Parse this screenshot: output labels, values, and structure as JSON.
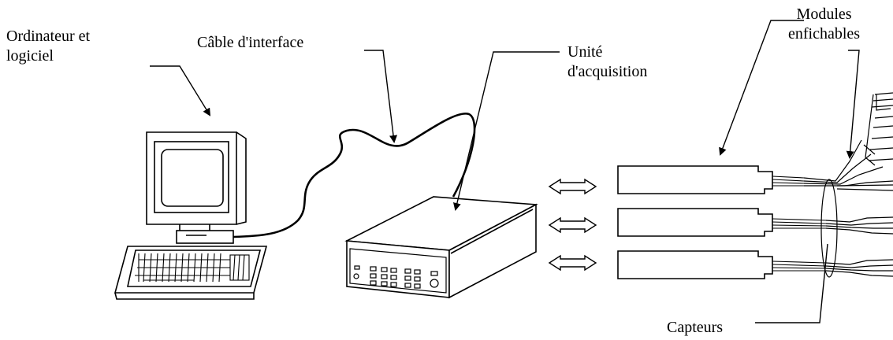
{
  "labels": {
    "computer": [
      "Ordinateur et",
      "logiciel"
    ],
    "cable": "Câble d'interface",
    "unit": [
      "Unité",
      "d'acquisition"
    ],
    "modules": [
      "Modules",
      "enfichables"
    ],
    "sensors": "Capteurs"
  },
  "modules": {
    "count": 3
  },
  "colors": {
    "ink": "#000000",
    "background": "#ffffff"
  }
}
